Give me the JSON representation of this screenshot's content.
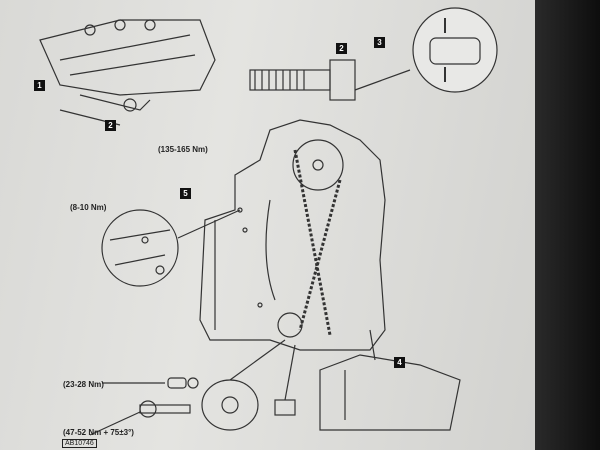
{
  "callouts": {
    "c1": "1",
    "c2a": "2",
    "c2b": "2",
    "c3": "3",
    "c4": "4",
    "c5": "5"
  },
  "torques": {
    "sprocket": "(135-165 Nm)",
    "tensioner": "(8-10 Nm)",
    "idler": "(23-28 Nm)",
    "crank": "(47-52 Nm + 75±3°)"
  },
  "figure_ref": "AB10746"
}
